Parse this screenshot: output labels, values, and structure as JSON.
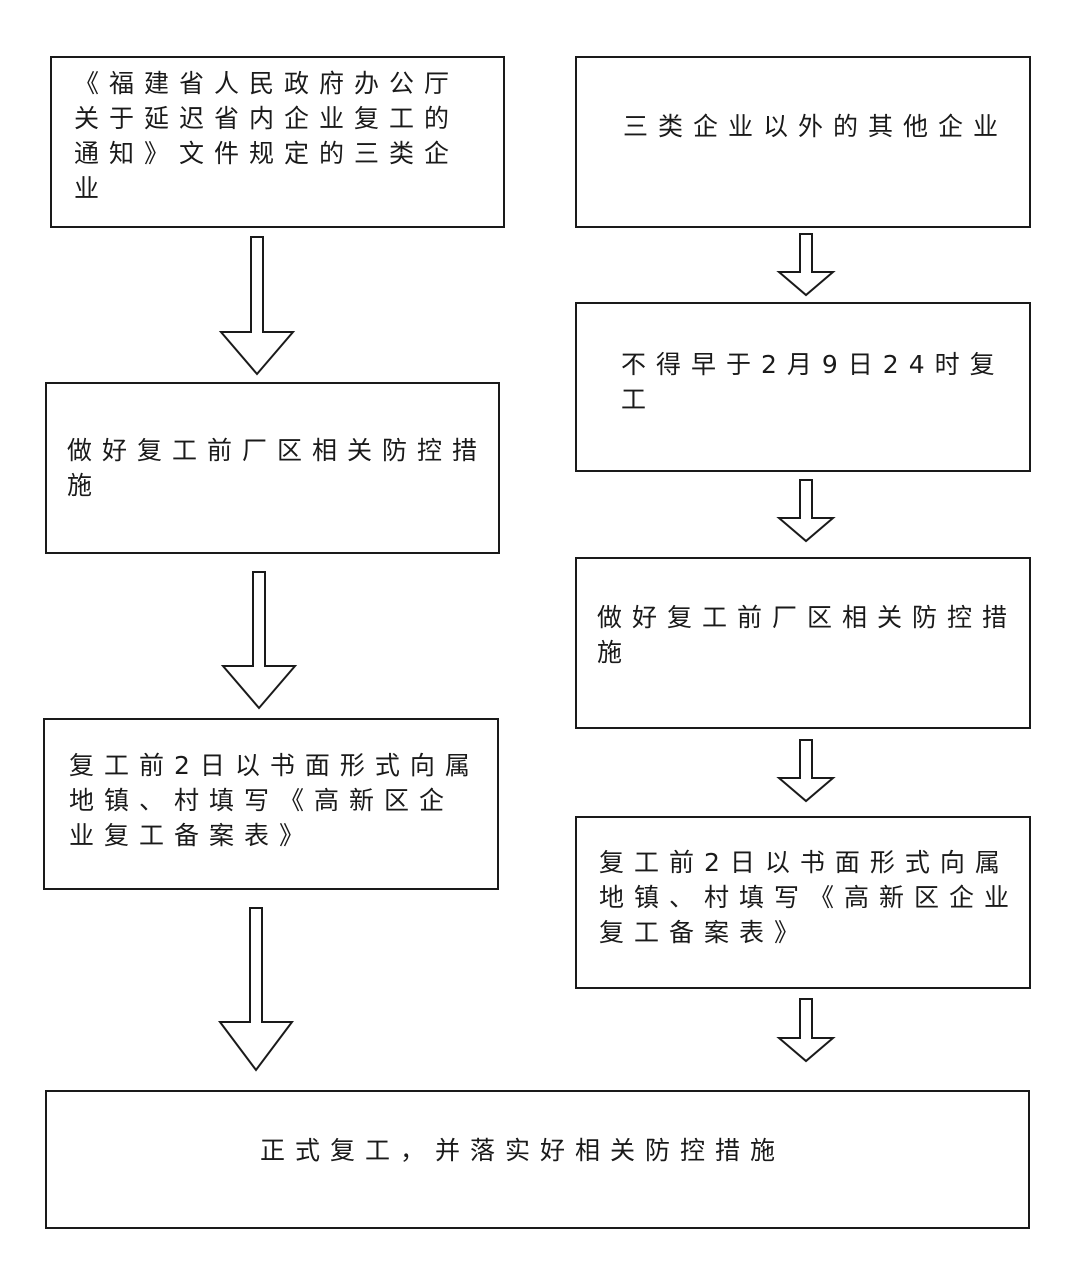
{
  "flowchart": {
    "left_column": [
      {
        "text": "《福建省人民政府办公厅关于延迟省内企业复工的通知》文件规定的三类企业"
      },
      {
        "text": "做好复工前厂区相关防控措施"
      },
      {
        "text": "复工前2日以书面形式向属地镇、村填写《高新区企业复工备案表》"
      }
    ],
    "right_column": [
      {
        "text": "三类企业以外的其他企业"
      },
      {
        "text": "不得早于2月9日24时复工"
      },
      {
        "text": "做好复工前厂区相关防控措施"
      },
      {
        "text": "复工前2日以书面形式向属地镇、村填写《高新区企业复工备案表》"
      }
    ],
    "final": {
      "text": "正式复工，并落实好相关防控措施"
    }
  }
}
